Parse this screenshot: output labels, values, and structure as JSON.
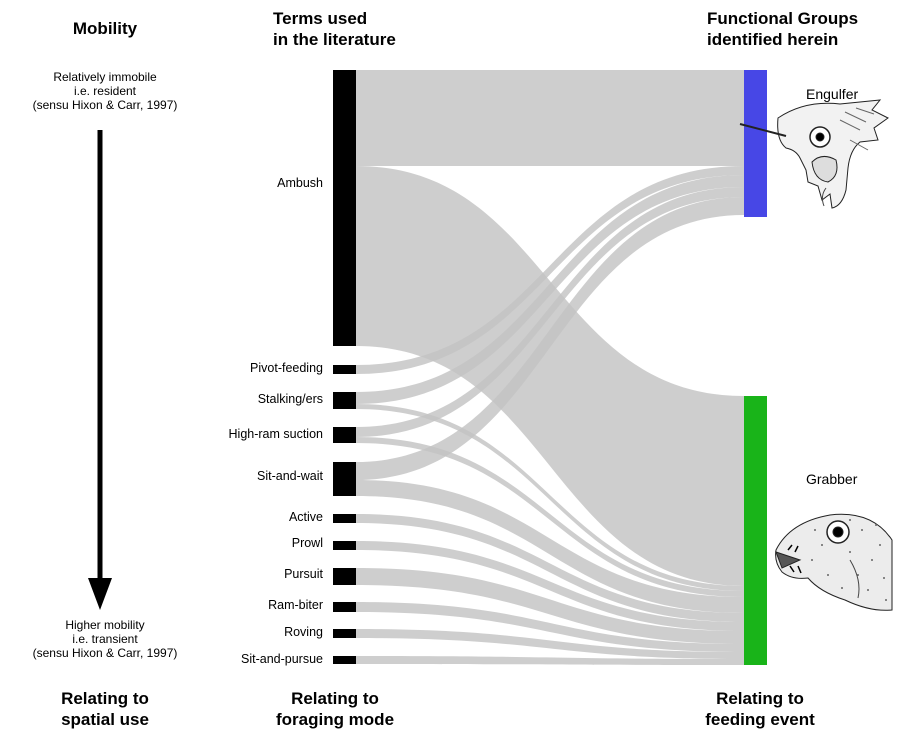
{
  "headers": {
    "mobility": "Mobility",
    "terms_line1": "Terms used",
    "terms_line2": "in the literature",
    "groups_line1": "Functional Groups",
    "groups_line2": "identified herein"
  },
  "mobility_axis": {
    "top_line1": "Relatively immobile",
    "top_line2": "i.e. resident",
    "top_line3": "(sensu Hixon & Carr, 1997)",
    "bottom_line1": "Higher mobility",
    "bottom_line2": "i.e. transient",
    "bottom_line3": "(sensu Hixon & Carr, 1997)"
  },
  "footers": {
    "spatial_line1": "Relating to",
    "spatial_line2": "spatial use",
    "foraging_line1": "Relating to",
    "foraging_line2": "foraging mode",
    "feeding_line1": "Relating to",
    "feeding_line2": "feeding event"
  },
  "terms": [
    "Ambush",
    "Pivot-feeding",
    "Stalking/ers",
    "High-ram suction",
    "Sit-and-wait",
    "Active",
    "Prowl",
    "Pursuit",
    "Ram-biter",
    "Roving",
    "Sit-and-pursue"
  ],
  "groups": [
    {
      "name": "Engulfer",
      "color": "#4747e6"
    },
    {
      "name": "Grabber",
      "color": "#19b419"
    }
  ],
  "colors": {
    "flow": "#c3c3c3",
    "node": "#000000"
  },
  "icons": [
    "engulfer-fish-illustration",
    "grabber-fish-illustration",
    "mobility-arrow"
  ]
}
